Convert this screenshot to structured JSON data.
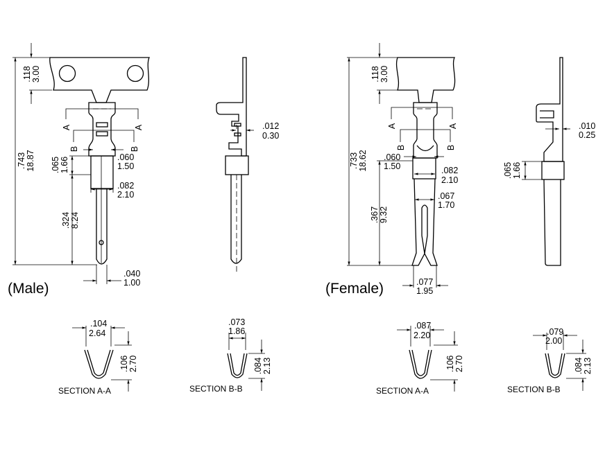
{
  "male": {
    "caption": "(Male)",
    "overall": [
      ".743",
      "18.87"
    ],
    "carrier": [
      ".118",
      "3.00"
    ],
    "band": [
      ".065",
      "1.66"
    ],
    "pin_len": [
      ".324",
      "8.24"
    ],
    "neck": [
      ".060",
      "1.50"
    ],
    "collar": [
      ".082",
      "2.10"
    ],
    "pin_w": [
      ".040",
      "1.00"
    ],
    "thickness": [
      ".012",
      "0.30"
    ],
    "section_a": {
      "label": "SECTION A-A",
      "width": [
        ".104",
        "2.64"
      ],
      "height": [
        ".106",
        "2.70"
      ]
    },
    "section_b": {
      "label": "SECTION B-B",
      "width": [
        ".073",
        "1.86"
      ],
      "height": [
        ".084",
        "2.13"
      ]
    }
  },
  "female": {
    "caption": "(Female)",
    "overall": [
      ".733",
      "18.62"
    ],
    "carrier": [
      ".118",
      "3.00"
    ],
    "neck": [
      ".060",
      "1.50"
    ],
    "collar": [
      ".082",
      "2.10"
    ],
    "tube": [
      ".067",
      "1.70"
    ],
    "socket_len": [
      ".367",
      "9.32"
    ],
    "tip": [
      ".077",
      "1.95"
    ],
    "thickness": [
      ".010",
      "0.25"
    ],
    "band": [
      ".065",
      "1.66"
    ],
    "section_a": {
      "label": "SECTION A-A",
      "width": [
        ".087",
        "2.20"
      ],
      "height": [
        ".106",
        "2.70"
      ]
    },
    "section_b": {
      "label": "SECTION B-B",
      "width": [
        ".079",
        "2.00"
      ],
      "height": [
        ".084",
        "2.13"
      ]
    }
  },
  "section_markers": {
    "a": "A",
    "b": "B"
  }
}
